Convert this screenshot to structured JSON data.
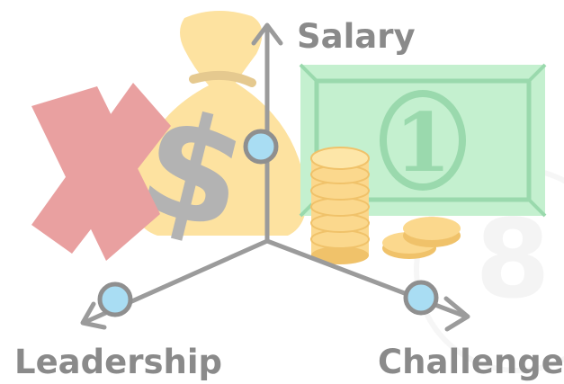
{
  "axes": {
    "salary": "Salary",
    "leadership": "Leadership",
    "challenge": "Challenge"
  },
  "banknote": {
    "denomination": "1"
  },
  "watermark": {
    "digit": "8"
  },
  "colors": {
    "axis": "#9b9b9b",
    "axis_label": "#8a8a8a",
    "node_fill": "#a9ddf3",
    "node_stroke": "#8f8f8f",
    "money_bag": "#fde2a0",
    "money_bag_tie": "#e5c98f",
    "dollar_sign": "#b3b3b3",
    "banknote": "#c4f0cf",
    "banknote_dark": "#9ad9ad",
    "coin": "#fbd88d",
    "coin_edge": "#f0c26a",
    "cross": "#e9a0a0"
  }
}
